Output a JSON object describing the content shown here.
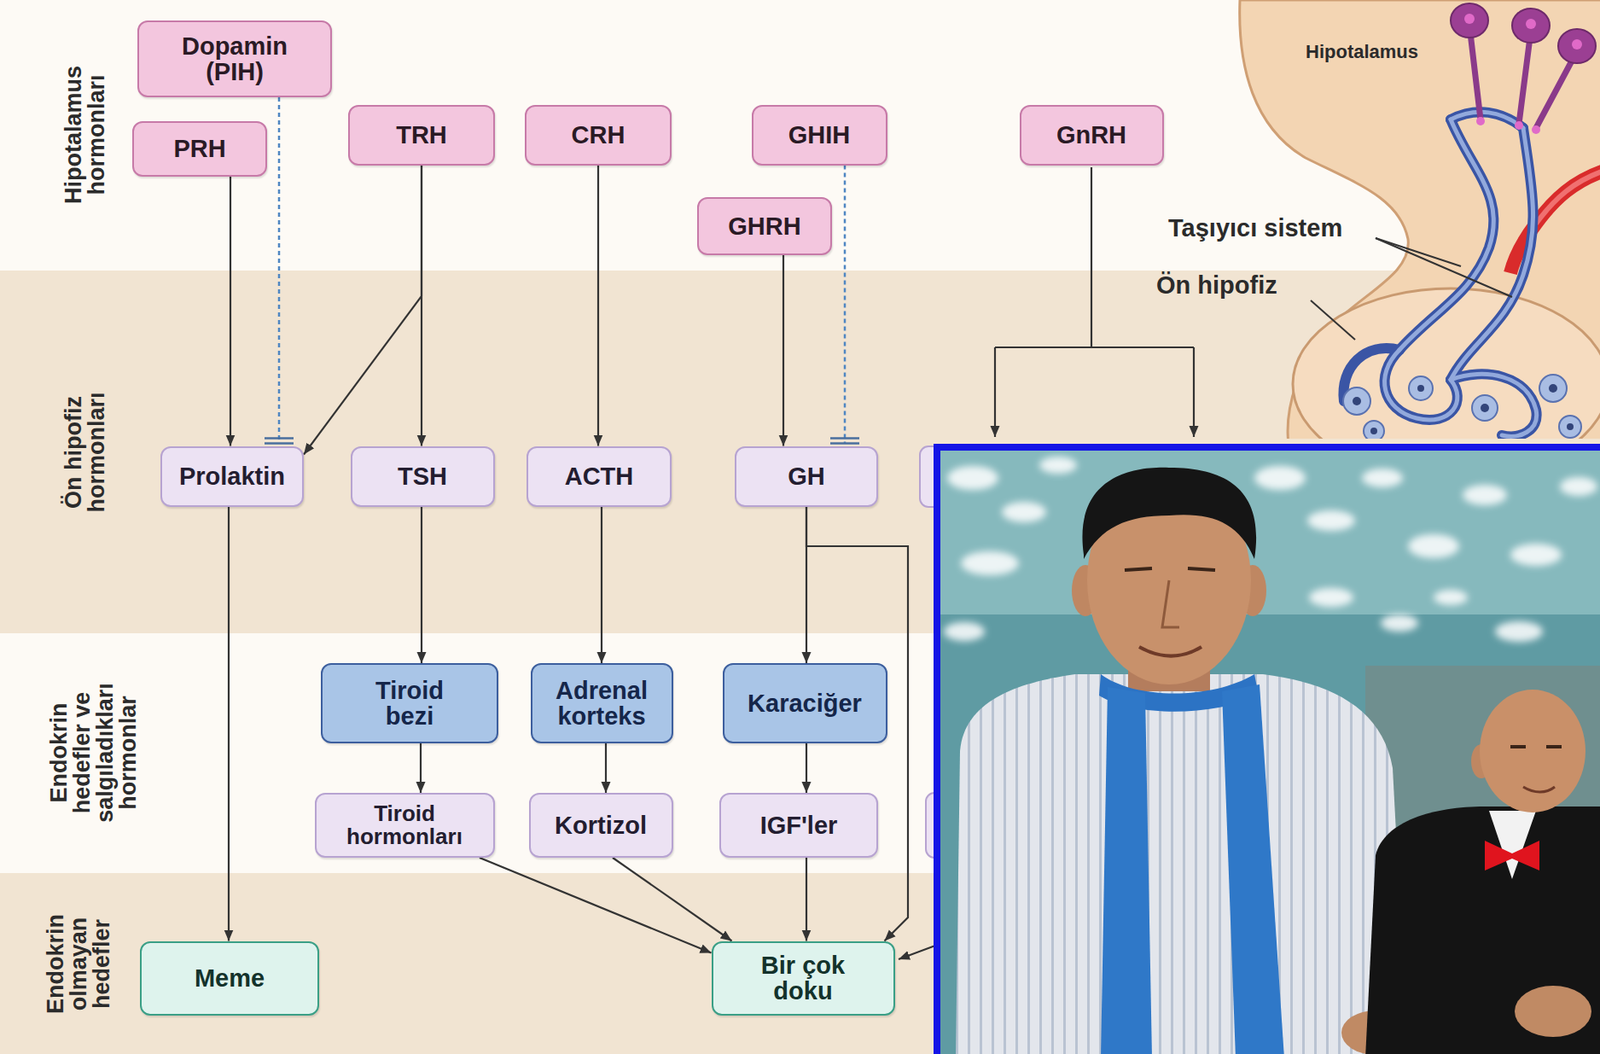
{
  "diagram": {
    "nodes": [
      {
        "text": [
          "Dopamin (PIH)"
        ]
      },
      {
        "text": [
          "PRH"
        ]
      },
      {
        "text": [
          "TRH"
        ]
      },
      {
        "text": [
          "CRH"
        ]
      },
      {
        "text": [
          "GHIH"
        ]
      },
      {
        "text": [
          "GHRH"
        ]
      },
      {
        "text": [
          "GnRH"
        ]
      },
      {
        "text": [
          "Prolaktin"
        ]
      },
      {
        "text": [
          "TSH"
        ]
      },
      {
        "text": [
          "ACTH"
        ]
      },
      {
        "text": [
          "GH"
        ]
      },
      {
        "text": [
          "Tiroid bezi"
        ]
      },
      {
        "text": [
          "Adrenal korteks"
        ]
      },
      {
        "text": [
          "Karaciğer"
        ]
      },
      {
        "text": [
          "Tiroid hormonları"
        ]
      },
      {
        "text": [
          "Kortizol"
        ]
      },
      {
        "text": [
          "IGF'ler"
        ]
      },
      {
        "text": [
          "Meme"
        ]
      },
      {
        "text": [
          "Bir çok doku"
        ]
      }
    ],
    "edges": [
      {
        "from": 1,
        "to": 7,
        "arrow": "to"
      },
      {
        "from": 0,
        "to": 7,
        "arrow": "to"
      },
      {
        "from": 2,
        "to": 8,
        "arrow": "to"
      },
      {
        "from": 2,
        "to": 7,
        "arrow": "to"
      },
      {
        "from": 3,
        "to": 9,
        "arrow": "to"
      },
      {
        "from": 5,
        "to": 10,
        "arrow": "to"
      },
      {
        "from": 4,
        "to": 10,
        "arrow": "to"
      },
      {
        "from": 8,
        "to": 11,
        "arrow": "to"
      },
      {
        "from": 9,
        "to": 12,
        "arrow": "to"
      },
      {
        "from": 10,
        "to": 13,
        "arrow": "to"
      },
      {
        "from": 10,
        "to": 18,
        "arrow": "to"
      },
      {
        "from": 11,
        "to": 14,
        "arrow": "to"
      },
      {
        "from": 12,
        "to": 15,
        "arrow": "to"
      },
      {
        "from": 13,
        "to": 16,
        "arrow": "to"
      },
      {
        "from": 7,
        "to": 17,
        "arrow": "to"
      },
      {
        "from": 14,
        "to": 18,
        "arrow": "to"
      },
      {
        "from": 15,
        "to": 18,
        "arrow": "to"
      },
      {
        "from": 16,
        "to": 18,
        "arrow": "to"
      }
    ],
    "labels": [
      "Hipotalamus hormonları",
      "Ön hipofiz hormonları",
      "Endokrin hedefler ve salgıladıkları hormonlar",
      "Endokrin olmayan hedefler",
      "Hipotalamus",
      "Taşıyıcı sistem",
      "Ön hipofiz"
    ]
  }
}
